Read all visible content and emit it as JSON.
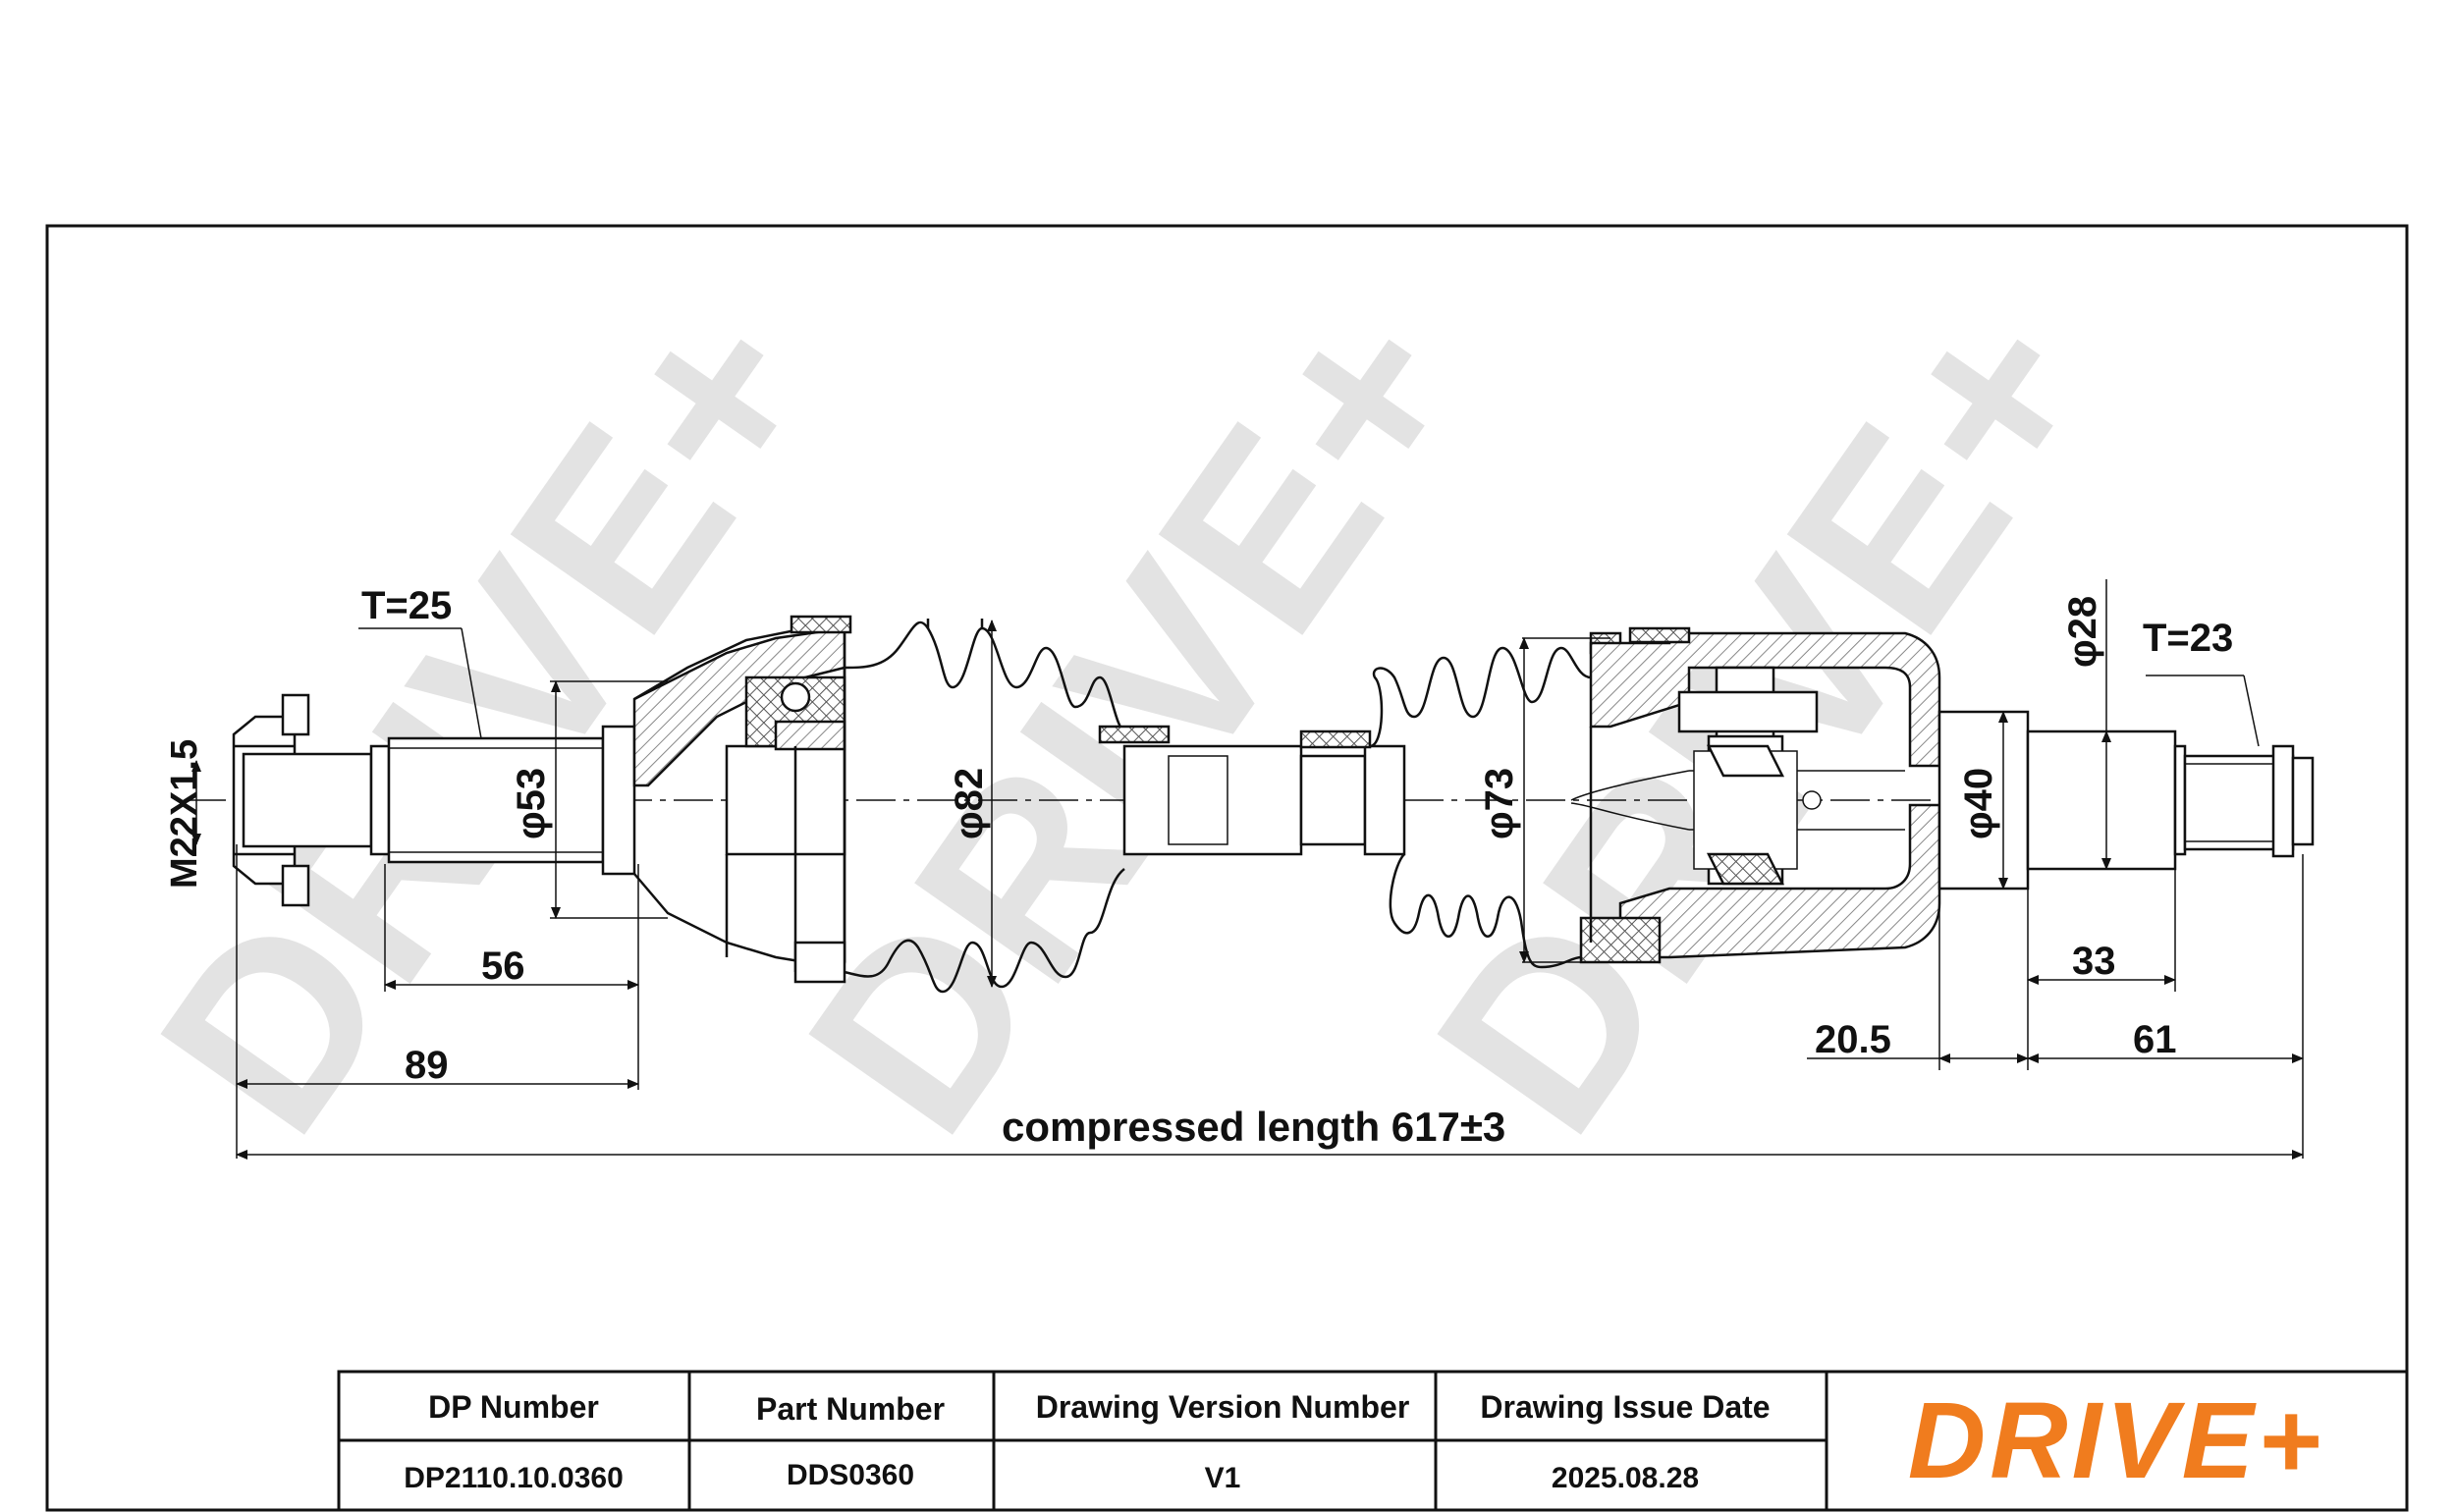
{
  "drawing": {
    "watermark_text": "DRIVE+",
    "colors": {
      "line": "#111111",
      "watermark": "#e6e6e6",
      "hatch": "#c0c0c0",
      "brand_orange": "#f07c1e"
    }
  },
  "annotations": {
    "t_left": "T=25",
    "t_right": "T=23",
    "thread": "M22X1.5",
    "phi_53": "φ53",
    "phi_82": "φ82",
    "phi_73": "φ73",
    "phi_40": "φ40",
    "phi_28": "φ28",
    "dim_56": "56",
    "dim_89": "89",
    "dim_20_5": "20.5",
    "dim_33": "33",
    "dim_61": "61",
    "compressed_length": "compressed length 617±3"
  },
  "title_block": {
    "headers": [
      "DP Number",
      "Part Number",
      "Drawing Version Number",
      "Drawing Issue Date"
    ],
    "values": [
      "DP2110.10.0360",
      "DDS0360",
      "V1",
      "2025.08.28"
    ],
    "logo": {
      "text": "DRIVE+",
      "color": "#f07c1e"
    }
  }
}
